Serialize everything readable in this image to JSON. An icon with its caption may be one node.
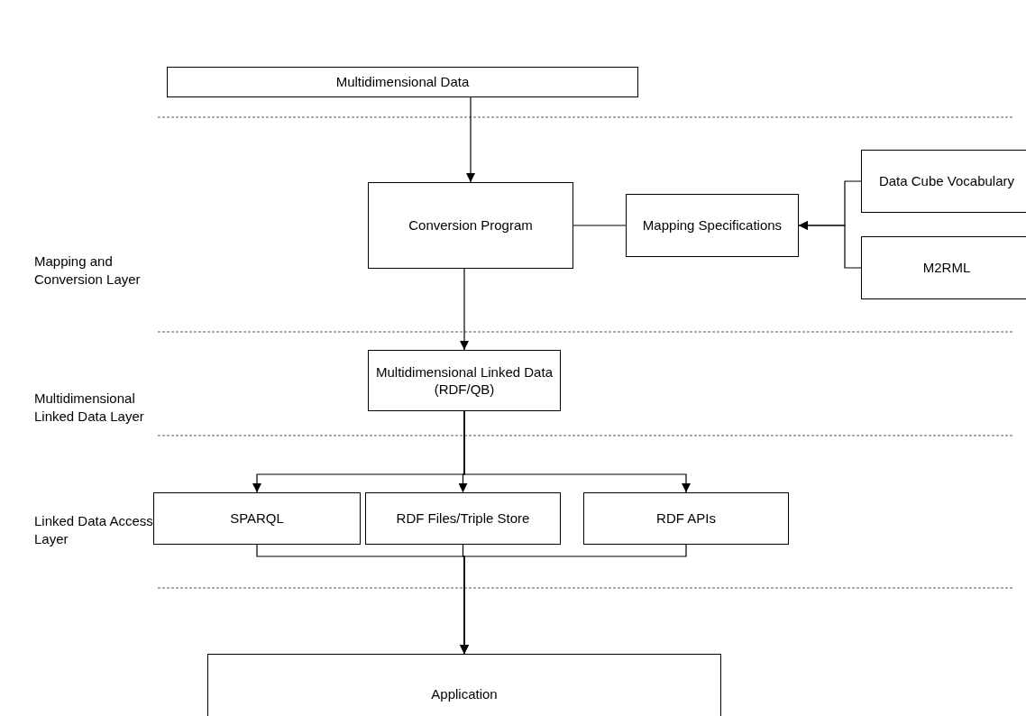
{
  "diagram": {
    "nodes": [
      {
        "text": [
          "Multidimensional Data"
        ]
      },
      {
        "text": [
          "Conversion Program"
        ]
      },
      {
        "text": [
          "Mapping Specifications"
        ]
      },
      {
        "text": [
          "Data Cube Vocabulary"
        ]
      },
      {
        "text": [
          "M2RML"
        ]
      },
      {
        "text": [
          "Multidimensional Linked Data (RDF/QB)"
        ]
      },
      {
        "text": [
          "SPARQL"
        ]
      },
      {
        "text": [
          "RDF Files/Triple Store"
        ]
      },
      {
        "text": [
          "RDF APIs"
        ]
      },
      {
        "text": [
          "Application"
        ]
      }
    ],
    "edges": [
      {
        "from": 0,
        "to": 1,
        "arrow": "to"
      },
      {
        "from": 1,
        "to": 2,
        "arrow": "none"
      },
      {
        "from": 3,
        "to": 2,
        "arrow": "to"
      },
      {
        "from": 4,
        "to": 2,
        "arrow": "to"
      },
      {
        "from": 1,
        "to": 5,
        "arrow": "to"
      },
      {
        "from": 5,
        "to": 6,
        "arrow": "to"
      },
      {
        "from": 5,
        "to": 7,
        "arrow": "to"
      },
      {
        "from": 5,
        "to": 8,
        "arrow": "to"
      },
      {
        "from": 6,
        "to": 9,
        "arrow": "to"
      },
      {
        "from": 7,
        "to": 9,
        "arrow": "to"
      },
      {
        "from": 8,
        "to": 9,
        "arrow": "to"
      }
    ],
    "labels": [
      "Mapping and Conversion Layer",
      "Multidimensional Linked Data Layer",
      "Linked Data Access Layer"
    ]
  }
}
